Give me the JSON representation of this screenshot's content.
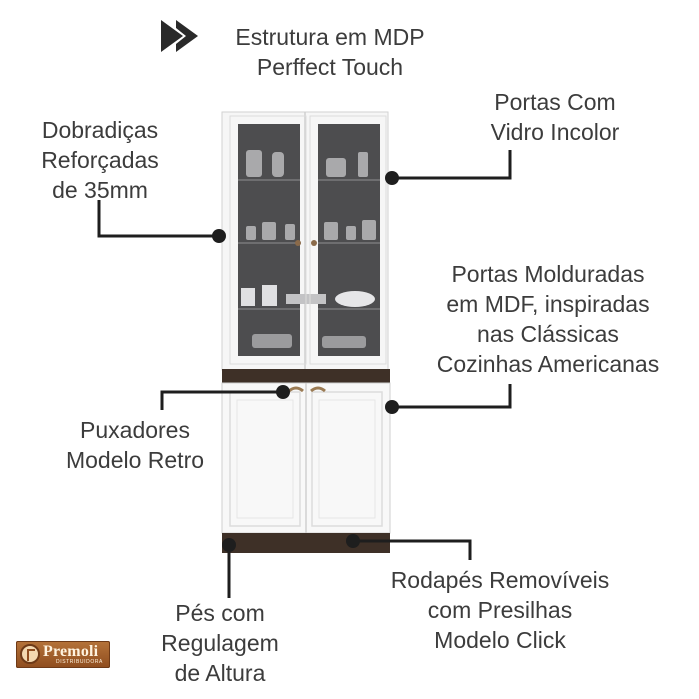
{
  "header": {
    "line1": "Estrutura em MDP",
    "line2": "Perffect Touch",
    "arrow_icon": "double-chevron-right-icon"
  },
  "features": {
    "hinges": {
      "line1": "Dobradiças",
      "line2": "Reforçadas",
      "line3": "de 35mm"
    },
    "glass_doors": {
      "line1": "Portas Com",
      "line2": "Vidro Incolor"
    },
    "framed_doors": {
      "line1": "Portas Molduradas",
      "line2": "em MDF, inspiradas",
      "line3": "nas Clássicas",
      "line4": "Cozinhas Americanas"
    },
    "handles": {
      "line1": "Puxadores",
      "line2": "Modelo Retro"
    },
    "plinths": {
      "line1": "Rodapés Removíveis",
      "line2": "com Presilhas",
      "line3": "Modelo Click"
    },
    "feet": {
      "line1": "Pés com",
      "line2": "Regulagem",
      "line3": "de Altura"
    }
  },
  "brand": {
    "name": "Premoli",
    "tagline": "DISTRIBUIDORA"
  },
  "colors": {
    "text": "#3c3c3c",
    "leader_line": "#1e1e1e",
    "cabinet_white": "#f7f7f7",
    "wood_dark": "#3e3027",
    "glass": "#4c4c4e",
    "brand": "#a8632f"
  }
}
